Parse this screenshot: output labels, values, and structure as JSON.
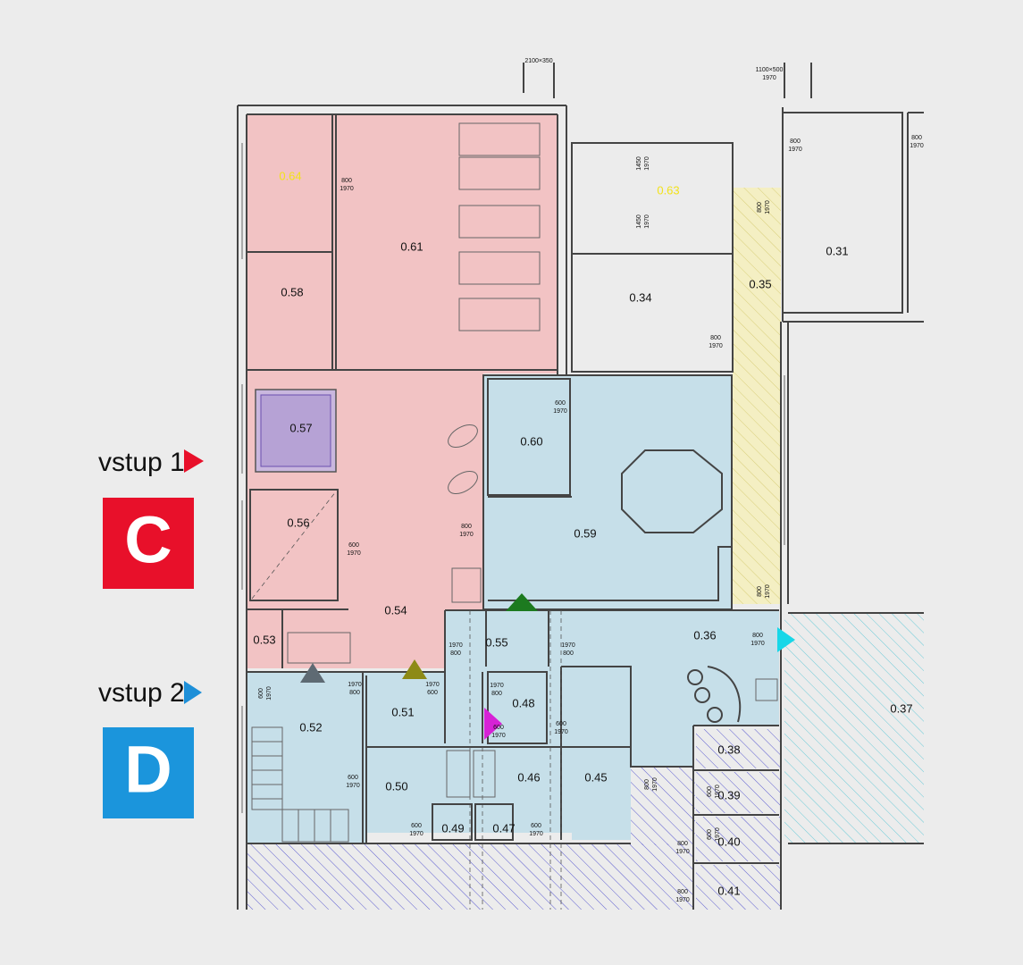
{
  "legend": {
    "entry1": {
      "label": "vstup 1",
      "arrow_color": "#e8102a",
      "badge": "C",
      "badge_color": "#e8102a"
    },
    "entry2": {
      "label": "vstup 2",
      "arrow_color": "#1d8fd8",
      "badge": "D",
      "badge_color": "#1b95dc"
    }
  },
  "colors": {
    "zone_c": "#f2c3c4",
    "zone_d": "#c6dfe9",
    "corridor_yellow": "#f4efc3",
    "hatch_blue": "#5c5cd0",
    "hatch_cyan": "#6ccbd8",
    "marker_gray": "#5e6a73",
    "marker_olive": "#8d8a16",
    "marker_green": "#1c7a1f",
    "marker_magenta": "#d622d6",
    "marker_cyan": "#17d7e8"
  },
  "rooms": {
    "r064": "0.64",
    "r061": "0.61",
    "r058": "0.58",
    "r057": "0.57",
    "r056": "0.56",
    "r054": "0.54",
    "r053": "0.53",
    "r063": "0.63",
    "r034": "0.34",
    "r035": "0.35",
    "r031": "0.31",
    "r060": "0.60",
    "r059": "0.59",
    "r036": "0.36",
    "r055": "0.55",
    "r052": "0.52",
    "r051": "0.51",
    "r048": "0.48",
    "r050": "0.50",
    "r046": "0.46",
    "r045": "0.45",
    "r049": "0.49",
    "r047": "0.47",
    "r037": "0.37",
    "r038": "0.38",
    "r039": "0.39",
    "r040": "0.40",
    "r041": "0.41"
  },
  "doors": {
    "d_top1": "2100×350",
    "d_top2a": "1100×500",
    "d_top2b": "1970",
    "w": {
      "800": "800",
      "600": "600",
      "1450": "1450",
      "1970": "1970"
    }
  }
}
